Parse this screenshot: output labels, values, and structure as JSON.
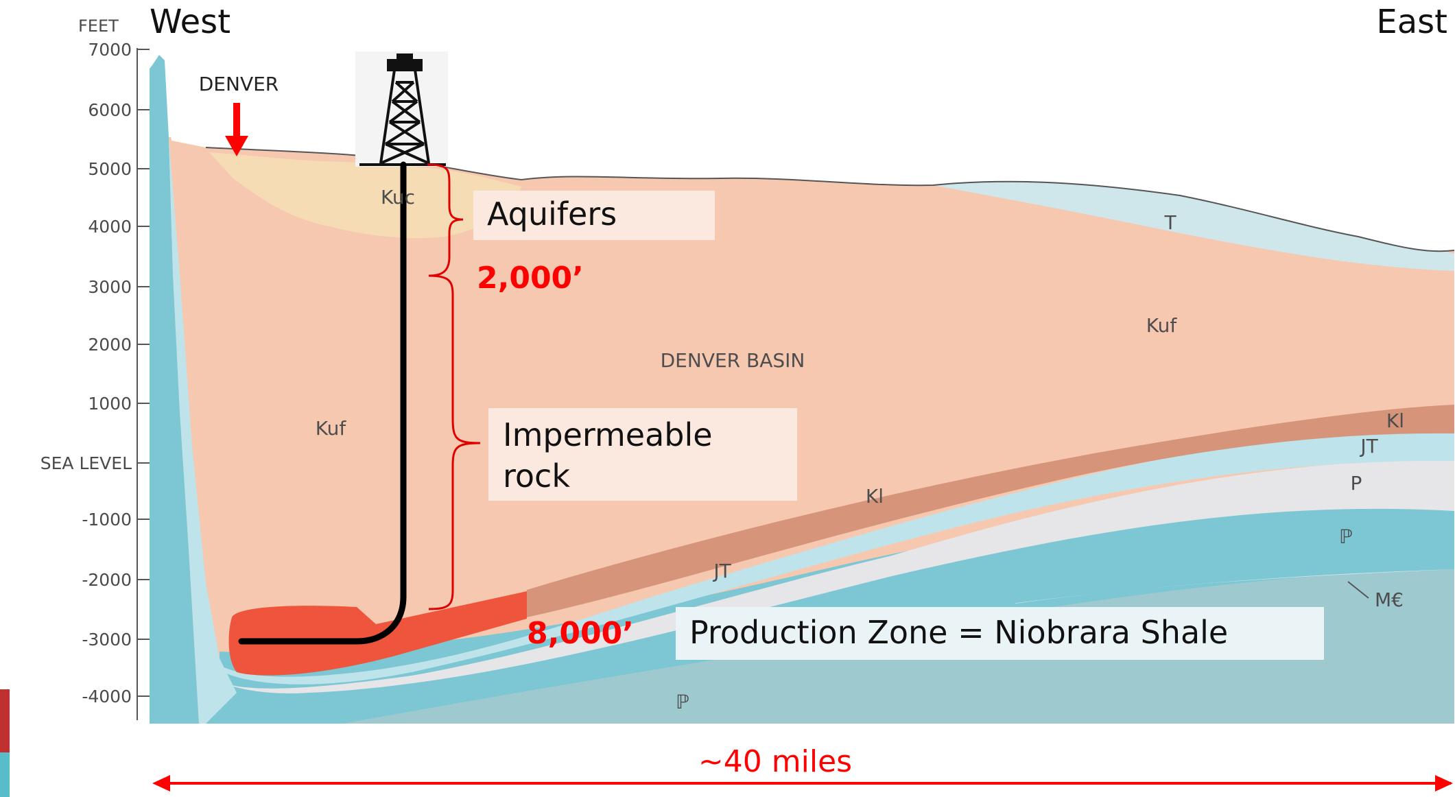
{
  "header": {
    "west": "West",
    "east": "East"
  },
  "axis": {
    "unit": "FEET",
    "ticks": [
      "7000",
      "6000",
      "5000",
      "4000",
      "3000",
      "2000",
      "1000",
      "SEA LEVEL",
      "-1000",
      "-2000",
      "-3000",
      "-4000"
    ]
  },
  "labels": {
    "city": "DENVER",
    "basin": "DENVER BASIN",
    "kuc": "Kuc",
    "kuf_left": "Kuf",
    "kuf_right": "Kuf",
    "t": "T",
    "kl_right": "Kl",
    "kl_mid": "Kl",
    "jt_right": "JT",
    "jt_mid": "JT",
    "p_right": "P",
    "pp_right": "ℙ",
    "mc": "M€",
    "pp_bottom": "ℙ"
  },
  "callouts": {
    "aquifers": "Aquifers",
    "depth_2000": "2,000’",
    "impermeable_line1": "Impermeable",
    "impermeable_line2": "rock",
    "depth_8000": "8,000’",
    "production": "Production Zone = Niobrara Shale",
    "scale": "~40 miles"
  },
  "colors": {
    "kuf": "#f7c8b0",
    "aquifer": "#f5dcb5",
    "kl": "#d6957a",
    "jt": "#bfe3ea",
    "p": "#e6e6e8",
    "pp": "#7cc7d3",
    "deep": "#9ec9cf",
    "production": "#ef553c",
    "accent": "#ff0000"
  }
}
